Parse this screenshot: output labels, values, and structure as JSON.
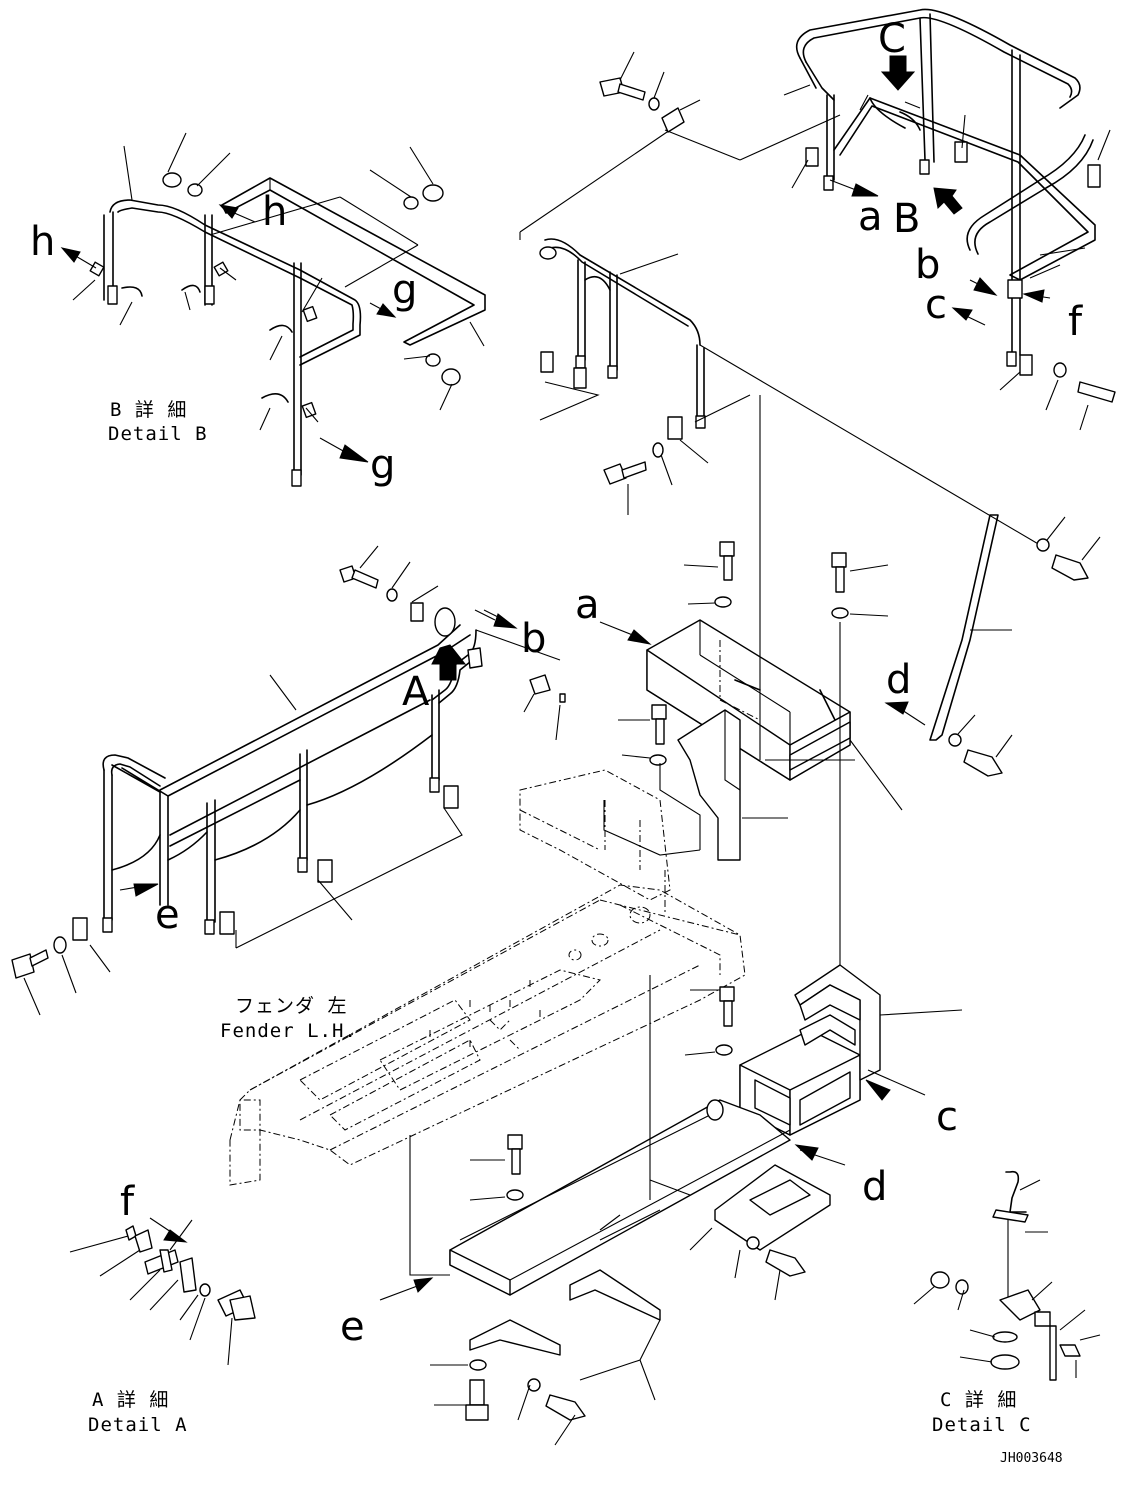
{
  "captions": {
    "detail_b_jp": "B 詳 細",
    "detail_b_en": "Detail B",
    "detail_a_jp": "A 詳 細",
    "detail_a_en": "Detail A",
    "detail_c_jp": "C 詳 細",
    "detail_c_en": "Detail C",
    "fender_jp": "フェンダ 左",
    "fender_en": "Fender L.H."
  },
  "view_labels": {
    "A": "A",
    "B": "B",
    "C": "C"
  },
  "refs": {
    "a": "a",
    "b": "b",
    "c": "c",
    "d": "d",
    "e": "e",
    "f": "f",
    "g": "g",
    "h": "h"
  },
  "drawing_code": "JH003648"
}
